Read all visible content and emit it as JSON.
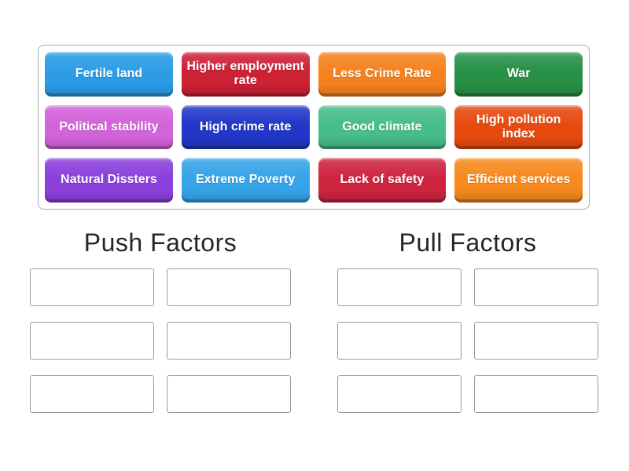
{
  "game": {
    "tiles": [
      {
        "label": "Fertile land",
        "color": "#2B9CE5"
      },
      {
        "label": "Higher employment rate",
        "color": "#CD2135"
      },
      {
        "label": "Less Crime Rate",
        "color": "#F5821F"
      },
      {
        "label": "War",
        "color": "#279147"
      },
      {
        "label": "Political stability",
        "color": "#D263DA"
      },
      {
        "label": "High crime rate",
        "color": "#2237C9"
      },
      {
        "label": "Good climate",
        "color": "#47BD89"
      },
      {
        "label": "High pollution index",
        "color": "#E74A0F"
      },
      {
        "label": "Natural Dissters",
        "color": "#8B40DC"
      },
      {
        "label": "Extreme Poverty",
        "color": "#36A4E9"
      },
      {
        "label": "Lack of safety",
        "color": "#CE2440"
      },
      {
        "label": "Efficient services",
        "color": "#F68A1E"
      }
    ],
    "groups": [
      {
        "title": "Push Factors",
        "slots": 6
      },
      {
        "title": "Pull Factors",
        "slots": 6
      }
    ]
  }
}
